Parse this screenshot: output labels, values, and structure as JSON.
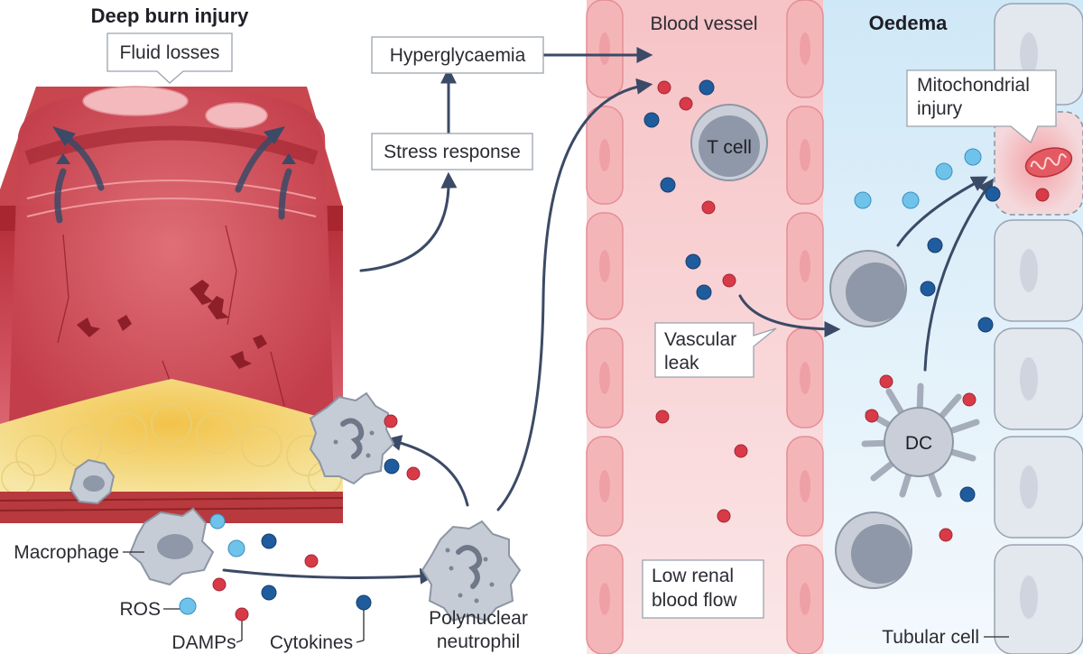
{
  "titles": {
    "deep_burn": "Deep burn injury",
    "blood_vessel": "Blood vessel",
    "oedema": "Oedema"
  },
  "labels": {
    "fluid_losses": "Fluid losses",
    "hyperglycaemia": "Hyperglycaemia",
    "stress_response": "Stress response",
    "t_cell": "T cell",
    "mitochondrial_line1": "Mitochondrial",
    "mitochondrial_line2": "injury",
    "vascular_line1": "Vascular",
    "vascular_line2": "leak",
    "dc": "DC",
    "low_renal_line1": "Low renal",
    "low_renal_line2": "blood flow",
    "tubular_cell": "Tubular cell",
    "macrophage": "Macrophage",
    "ros": "ROS",
    "damps": "DAMPs",
    "cytokines": "Cytokines",
    "neutrophil_line1": "Polynuclear",
    "neutrophil_line2": "neutrophil"
  },
  "colors": {
    "damp_red": "#d93a48",
    "cytokine_blue": "#1f5c9e",
    "ros_lightblue": "#6fc3ea",
    "arrow": "#3b4a66",
    "vessel_pink": "#f7c9cb",
    "oedema_blue": "#d6ecf9",
    "cell_grey": "#b9c0cc"
  }
}
